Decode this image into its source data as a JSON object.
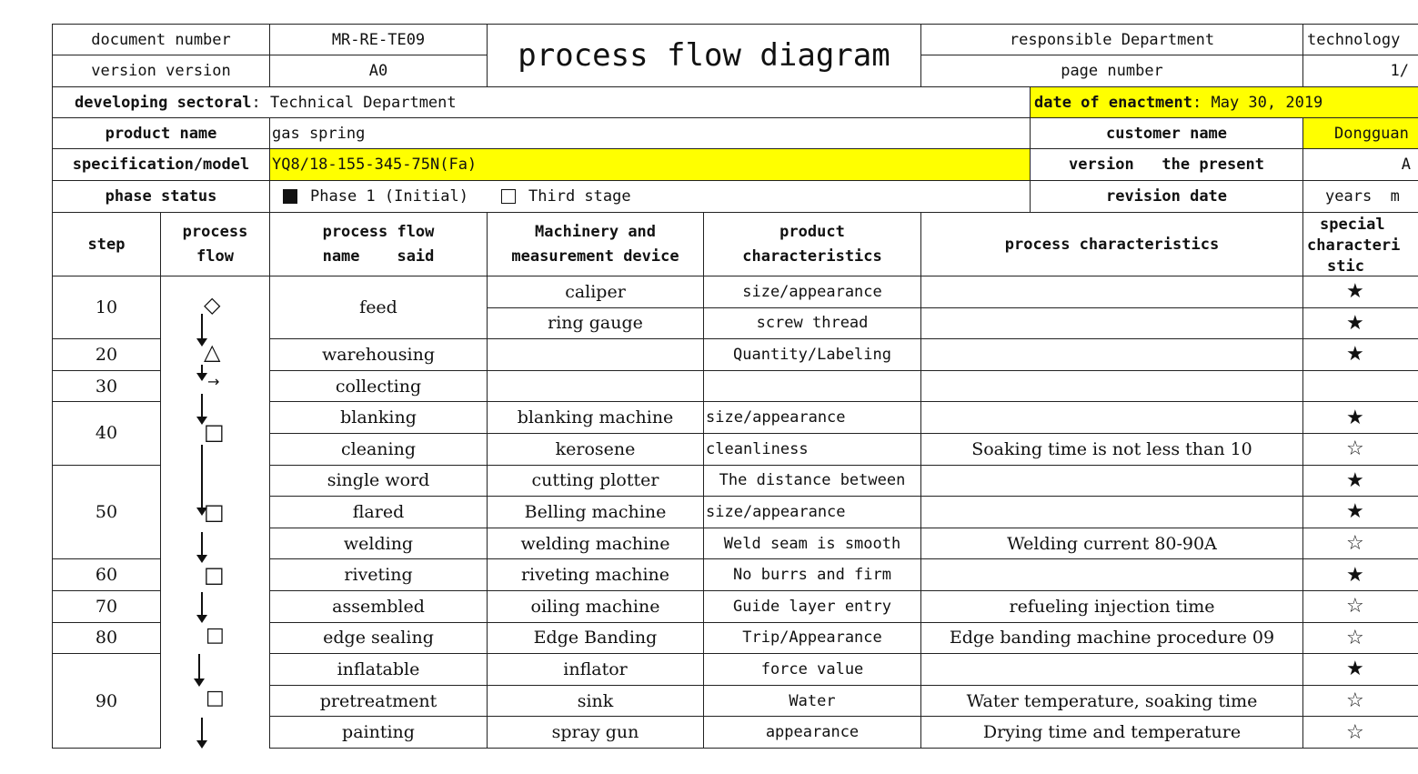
{
  "header": {
    "doc_number_label": "document number",
    "doc_number_value": "MR-RE-TE09",
    "version_label": "version version",
    "version_value": "A0",
    "title": "process flow diagram",
    "resp_dept_label": "responsible Department",
    "resp_dept_value": "technology",
    "page_number_label": "page number",
    "page_number_value": "1/",
    "developing_label": "developing sectoral",
    "developing_value": ": Technical Department",
    "enactment_label": "date of enactment",
    "enactment_value": ": May 30, 2019",
    "product_label": "product name",
    "product_value": "gas spring",
    "customer_label": "customer name",
    "customer_value": "Dongguan",
    "spec_label": "specification/model",
    "spec_value": "YQ8/18-155-345-75N(Fa)",
    "version2_label": "version   the present",
    "version2_value": "A",
    "phase_label": "phase status",
    "phase_opt1": "Phase 1 (Initial)",
    "phase_opt2": "Third stage",
    "revision_label": "revision date",
    "revision_value": "years  m"
  },
  "columns": {
    "step": "step",
    "process_flow_1": "process",
    "process_flow_2": "flow",
    "name_1": "process flow",
    "name_2": "name    said",
    "machine_1": "Machinery and",
    "machine_2": "measurement device",
    "product_1": "product",
    "product_2": "characteristics",
    "process_char": "process characteristics",
    "special_1": "special",
    "special_2": "characteri",
    "special_3": "stic"
  },
  "steps": [
    "10",
    "20",
    "30",
    "40",
    "50",
    "60",
    "70",
    "80",
    "90"
  ],
  "rows": [
    {
      "name": "feed",
      "machine": "caliper",
      "product": "size/appearance",
      "process": "",
      "special": "★"
    },
    {
      "name": "",
      "machine": "ring gauge",
      "product": "screw thread",
      "process": "",
      "special": "★"
    },
    {
      "name": "warehousing",
      "machine": "",
      "product": "Quantity/Labeling",
      "process": "",
      "special": "★"
    },
    {
      "name": "collecting",
      "machine": "",
      "product": "",
      "process": "",
      "special": ""
    },
    {
      "name": "blanking",
      "machine": "blanking machine",
      "product": "size/appearance",
      "process": "",
      "special": "★"
    },
    {
      "name": "cleaning",
      "machine": "kerosene",
      "product": "cleanliness",
      "process": "Soaking time is not less than 10",
      "special": "☆"
    },
    {
      "name": "single word",
      "machine": "cutting plotter",
      "product": "The distance between",
      "process": "",
      "special": "★"
    },
    {
      "name": "flared",
      "machine": "Belling machine",
      "product": "size/appearance",
      "process": "",
      "special": "★"
    },
    {
      "name": "welding",
      "machine": "welding machine",
      "product": "Weld seam is smooth",
      "process": "Welding current 80-90A",
      "special": "☆"
    },
    {
      "name": "riveting",
      "machine": "riveting machine",
      "product": "No burrs and firm",
      "process": "",
      "special": "★"
    },
    {
      "name": "assembled",
      "machine": "oiling machine",
      "product": "Guide layer entry",
      "process": "refueling injection time",
      "special": "☆"
    },
    {
      "name": "edge sealing",
      "machine": "Edge Banding",
      "product": "Trip/Appearance",
      "process": "Edge banding machine procedure 09",
      "special": "☆"
    },
    {
      "name": "inflatable",
      "machine": "inflator",
      "product": "force value",
      "process": "",
      "special": "★"
    },
    {
      "name": "pretreatment",
      "machine": "sink",
      "product": "Water",
      "process": "Water temperature, soaking time",
      "special": "☆"
    },
    {
      "name": "painting",
      "machine": "spray gun",
      "product": "appearance",
      "process": "Drying time and temperature",
      "special": "☆"
    }
  ],
  "flow_symbols": {
    "inspection": "◇",
    "storage": "△",
    "transport": "→",
    "operation": "□"
  }
}
